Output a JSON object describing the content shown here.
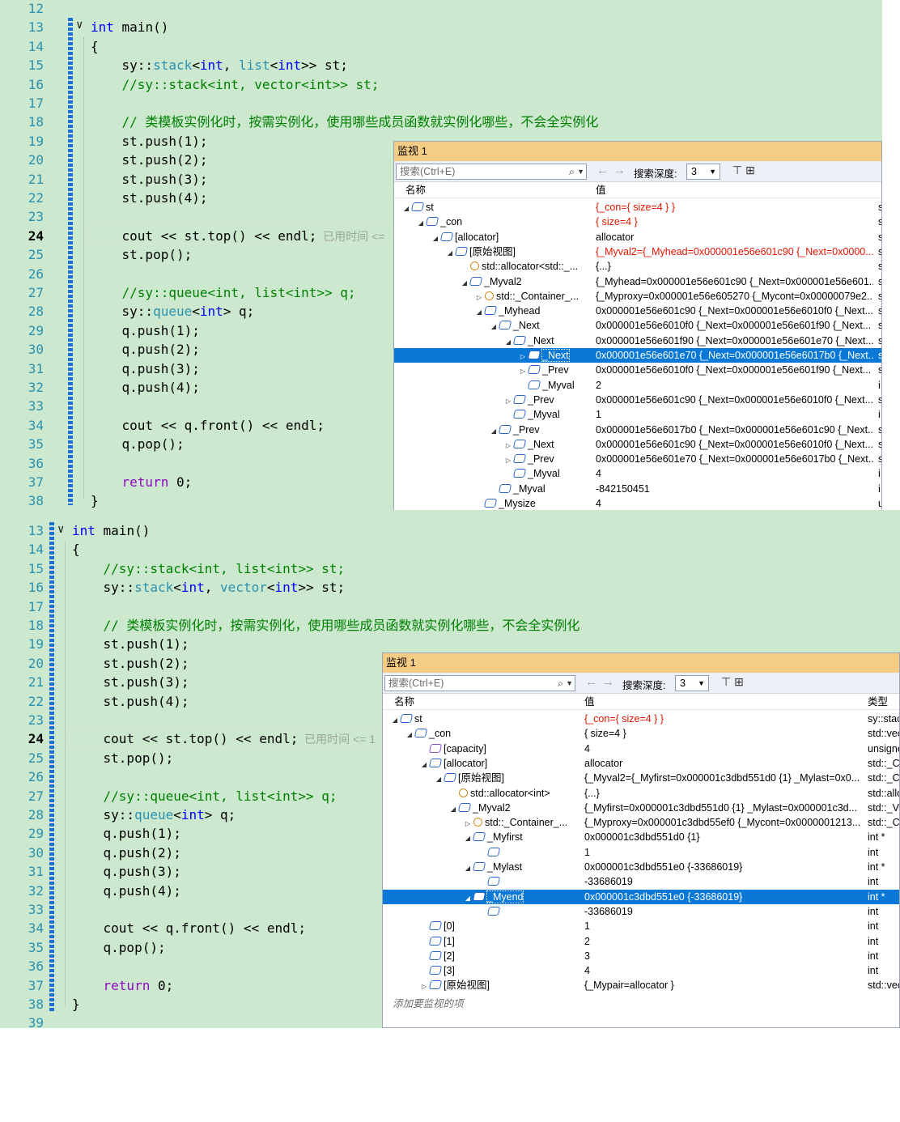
{
  "screenshot1": {
    "line_numbers": [
      "12",
      "13",
      "14",
      "15",
      "16",
      "17",
      "18",
      "19",
      "20",
      "21",
      "22",
      "23",
      "24",
      "25",
      "26",
      "27",
      "28",
      "29",
      "30",
      "31",
      "32",
      "33",
      "34",
      "35",
      "36",
      "37",
      "38"
    ],
    "current_line": "24",
    "code": [
      {
        "line": "13",
        "parts": [
          {
            "c": "kw",
            "t": "int"
          },
          {
            "c": "ns",
            "t": " main()"
          }
        ]
      },
      {
        "line": "14",
        "parts": [
          {
            "c": "ns",
            "t": "{"
          }
        ]
      },
      {
        "line": "15",
        "parts": [
          {
            "c": "ns",
            "t": "    sy::"
          },
          {
            "c": "ty",
            "t": "stack"
          },
          {
            "c": "ns",
            "t": "<"
          },
          {
            "c": "kw",
            "t": "int"
          },
          {
            "c": "ns",
            "t": ", "
          },
          {
            "c": "ty",
            "t": "list"
          },
          {
            "c": "ns",
            "t": "<"
          },
          {
            "c": "kw",
            "t": "int"
          },
          {
            "c": "ns",
            "t": ">> st;"
          }
        ]
      },
      {
        "line": "16",
        "parts": [
          {
            "c": "cm",
            "t": "    //sy::stack<int, vector<int>> st;"
          }
        ]
      },
      {
        "line": "18",
        "parts": [
          {
            "c": "cm",
            "t": "    // 类模板实例化时，按需实例化，使用哪些成员函数就实例化哪些，不会全实例化"
          }
        ]
      },
      {
        "line": "19",
        "parts": [
          {
            "c": "ns",
            "t": "    st.push(1);"
          }
        ]
      },
      {
        "line": "20",
        "parts": [
          {
            "c": "ns",
            "t": "    st.push(2);"
          }
        ]
      },
      {
        "line": "21",
        "parts": [
          {
            "c": "ns",
            "t": "    st.push(3);"
          }
        ]
      },
      {
        "line": "22",
        "parts": [
          {
            "c": "ns",
            "t": "    st.push(4);"
          }
        ]
      },
      {
        "line": "24",
        "parts": [
          {
            "c": "ns",
            "t": "    cout << st.top() << endl;"
          },
          {
            "c": "hint",
            "t": "  已用时间 <="
          }
        ]
      },
      {
        "line": "25",
        "parts": [
          {
            "c": "ns",
            "t": "    st.pop();"
          }
        ]
      },
      {
        "line": "27",
        "parts": [
          {
            "c": "cm",
            "t": "    //sy::queue<int, list<int>> q;"
          }
        ]
      },
      {
        "line": "28",
        "parts": [
          {
            "c": "ns",
            "t": "    sy::"
          },
          {
            "c": "ty",
            "t": "queue"
          },
          {
            "c": "ns",
            "t": "<"
          },
          {
            "c": "kw",
            "t": "int"
          },
          {
            "c": "ns",
            "t": "> q;"
          }
        ]
      },
      {
        "line": "29",
        "parts": [
          {
            "c": "ns",
            "t": "    q.push(1);"
          }
        ]
      },
      {
        "line": "30",
        "parts": [
          {
            "c": "ns",
            "t": "    q.push(2);"
          }
        ]
      },
      {
        "line": "31",
        "parts": [
          {
            "c": "ns",
            "t": "    q.push(3);"
          }
        ]
      },
      {
        "line": "32",
        "parts": [
          {
            "c": "ns",
            "t": "    q.push(4);"
          }
        ]
      },
      {
        "line": "34",
        "parts": [
          {
            "c": "ns",
            "t": "    cout << q.front() << endl;"
          }
        ]
      },
      {
        "line": "35",
        "parts": [
          {
            "c": "ns",
            "t": "    q.pop();"
          }
        ]
      },
      {
        "line": "37",
        "parts": [
          {
            "c": "ctl",
            "t": "    return"
          },
          {
            "c": "ns",
            "t": " 0;"
          }
        ]
      },
      {
        "line": "38",
        "parts": [
          {
            "c": "ns",
            "t": "}"
          }
        ]
      }
    ],
    "watch": {
      "title": "监视 1",
      "search_placeholder": "搜索(Ctrl+E)",
      "depth_label": "搜索深度:",
      "depth_value": "3",
      "col_name": "名称",
      "col_value": "值",
      "col_type": "",
      "rows": [
        {
          "indent": 0,
          "arrow": "◢",
          "icon": "ico",
          "name": "st",
          "value": "{_con={ size=4 } }",
          "red": true,
          "type": "s"
        },
        {
          "indent": 1,
          "arrow": "◢",
          "icon": "ico priv",
          "name": "_con",
          "value": "{ size=4 }",
          "red": true,
          "type": "s"
        },
        {
          "indent": 2,
          "arrow": "◢",
          "icon": "ico",
          "name": "[allocator]",
          "value": "allocator",
          "red": false,
          "type": "s"
        },
        {
          "indent": 3,
          "arrow": "◢",
          "icon": "ico",
          "name": "[原始视图]",
          "value": "{_Myval2={_Myhead=0x000001e56e601c90 {_Next=0x0000...",
          "red": true,
          "type": "s"
        },
        {
          "indent": 4,
          "arrow": "",
          "icon": "ico gear",
          "name": "std::allocator<std::_...",
          "value": "{...}",
          "red": false,
          "type": "s"
        },
        {
          "indent": 4,
          "arrow": "◢",
          "icon": "ico",
          "name": "_Myval2",
          "value": "{_Myhead=0x000001e56e601c90 {_Next=0x000001e56e601...",
          "red": false,
          "type": "s"
        },
        {
          "indent": 5,
          "arrow": "▷",
          "icon": "ico gear",
          "name": "std::_Container_...",
          "value": "{_Myproxy=0x000001e56e605270 {_Mycont=0x00000079e2...",
          "red": false,
          "type": "s"
        },
        {
          "indent": 5,
          "arrow": "◢",
          "icon": "ico",
          "name": "_Myhead",
          "value": "0x000001e56e601c90 {_Next=0x000001e56e6010f0 {_Next...",
          "red": false,
          "type": "s"
        },
        {
          "indent": 6,
          "arrow": "◢",
          "icon": "ico",
          "name": "_Next",
          "value": "0x000001e56e6010f0 {_Next=0x000001e56e601f90 {_Next...",
          "red": false,
          "type": "s"
        },
        {
          "indent": 7,
          "arrow": "◢",
          "icon": "ico",
          "name": "_Next",
          "value": "0x000001e56e601f90 {_Next=0x000001e56e601e70 {_Next...",
          "red": false,
          "type": "s"
        },
        {
          "indent": 8,
          "arrow": "▷",
          "icon": "ico",
          "name": "_Next",
          "value": "0x000001e56e601e70 {_Next=0x000001e56e6017b0 {_Next...",
          "red": false,
          "type": "s",
          "selected": true
        },
        {
          "indent": 8,
          "arrow": "▷",
          "icon": "ico",
          "name": "_Prev",
          "value": "0x000001e56e6010f0 {_Next=0x000001e56e601f90 {_Next...",
          "red": false,
          "type": "s"
        },
        {
          "indent": 8,
          "arrow": "",
          "icon": "ico",
          "name": "_Myval",
          "value": "2",
          "red": false,
          "type": "i"
        },
        {
          "indent": 7,
          "arrow": "▷",
          "icon": "ico",
          "name": "_Prev",
          "value": "0x000001e56e601c90 {_Next=0x000001e56e6010f0 {_Next...",
          "red": false,
          "type": "s"
        },
        {
          "indent": 7,
          "arrow": "",
          "icon": "ico",
          "name": "_Myval",
          "value": "1",
          "red": false,
          "type": "i"
        },
        {
          "indent": 6,
          "arrow": "◢",
          "icon": "ico",
          "name": "_Prev",
          "value": "0x000001e56e6017b0 {_Next=0x000001e56e601c90 {_Next...",
          "red": false,
          "type": "s"
        },
        {
          "indent": 7,
          "arrow": "▷",
          "icon": "ico",
          "name": "_Next",
          "value": "0x000001e56e601c90 {_Next=0x000001e56e6010f0 {_Next...",
          "red": false,
          "type": "s"
        },
        {
          "indent": 7,
          "arrow": "▷",
          "icon": "ico",
          "name": "_Prev",
          "value": "0x000001e56e601e70 {_Next=0x000001e56e6017b0 {_Next...",
          "red": false,
          "type": "s"
        },
        {
          "indent": 7,
          "arrow": "",
          "icon": "ico",
          "name": "_Myval",
          "value": "4",
          "red": false,
          "type": "i"
        },
        {
          "indent": 6,
          "arrow": "",
          "icon": "ico",
          "name": "_Myval",
          "value": "-842150451",
          "red": false,
          "type": "i"
        },
        {
          "indent": 5,
          "arrow": "",
          "icon": "ico",
          "name": "_Mysize",
          "value": "4",
          "red": false,
          "type": "u"
        }
      ]
    }
  },
  "screenshot2": {
    "line_numbers": [
      "13",
      "14",
      "15",
      "16",
      "17",
      "18",
      "19",
      "20",
      "21",
      "22",
      "23",
      "24",
      "25",
      "26",
      "27",
      "28",
      "29",
      "30",
      "31",
      "32",
      "33",
      "34",
      "35",
      "36",
      "37",
      "38",
      "39"
    ],
    "current_line": "24",
    "code": [
      {
        "line": "13",
        "parts": [
          {
            "c": "kw",
            "t": "int"
          },
          {
            "c": "ns",
            "t": " main()"
          }
        ]
      },
      {
        "line": "14",
        "parts": [
          {
            "c": "ns",
            "t": "{"
          }
        ]
      },
      {
        "line": "15",
        "parts": [
          {
            "c": "cm",
            "t": "    //sy::stack<int, list<int>> st;"
          }
        ]
      },
      {
        "line": "16",
        "parts": [
          {
            "c": "ns",
            "t": "    sy::"
          },
          {
            "c": "ty",
            "t": "stack"
          },
          {
            "c": "ns",
            "t": "<"
          },
          {
            "c": "kw",
            "t": "int"
          },
          {
            "c": "ns",
            "t": ", "
          },
          {
            "c": "ty",
            "t": "vector"
          },
          {
            "c": "ns",
            "t": "<"
          },
          {
            "c": "kw",
            "t": "int"
          },
          {
            "c": "ns",
            "t": ">> st;"
          }
        ]
      },
      {
        "line": "18",
        "parts": [
          {
            "c": "cm",
            "t": "    // 类模板实例化时，按需实例化，使用哪些成员函数就实例化哪些，不会全实例化"
          }
        ]
      },
      {
        "line": "19",
        "parts": [
          {
            "c": "ns",
            "t": "    st.push(1);"
          }
        ]
      },
      {
        "line": "20",
        "parts": [
          {
            "c": "ns",
            "t": "    st.push(2);"
          }
        ]
      },
      {
        "line": "21",
        "parts": [
          {
            "c": "ns",
            "t": "    st.push(3);"
          }
        ]
      },
      {
        "line": "22",
        "parts": [
          {
            "c": "ns",
            "t": "    st.push(4);"
          }
        ]
      },
      {
        "line": "24",
        "parts": [
          {
            "c": "ns",
            "t": "    cout << st.top() << endl;"
          },
          {
            "c": "hint",
            "t": "  已用时间 <= 1"
          }
        ]
      },
      {
        "line": "25",
        "parts": [
          {
            "c": "ns",
            "t": "    st.pop();"
          }
        ]
      },
      {
        "line": "27",
        "parts": [
          {
            "c": "cm",
            "t": "    //sy::queue<int, list<int>> q;"
          }
        ]
      },
      {
        "line": "28",
        "parts": [
          {
            "c": "ns",
            "t": "    sy::"
          },
          {
            "c": "ty",
            "t": "queue"
          },
          {
            "c": "ns",
            "t": "<"
          },
          {
            "c": "kw",
            "t": "int"
          },
          {
            "c": "ns",
            "t": "> q;"
          }
        ]
      },
      {
        "line": "29",
        "parts": [
          {
            "c": "ns",
            "t": "    q.push(1);"
          }
        ]
      },
      {
        "line": "30",
        "parts": [
          {
            "c": "ns",
            "t": "    q.push(2);"
          }
        ]
      },
      {
        "line": "31",
        "parts": [
          {
            "c": "ns",
            "t": "    q.push(3);"
          }
        ]
      },
      {
        "line": "32",
        "parts": [
          {
            "c": "ns",
            "t": "    q.push(4);"
          }
        ]
      },
      {
        "line": "34",
        "parts": [
          {
            "c": "ns",
            "t": "    cout << q.front() << endl;"
          }
        ]
      },
      {
        "line": "35",
        "parts": [
          {
            "c": "ns",
            "t": "    q.pop();"
          }
        ]
      },
      {
        "line": "37",
        "parts": [
          {
            "c": "ctl",
            "t": "    return"
          },
          {
            "c": "ns",
            "t": " 0;"
          }
        ]
      },
      {
        "line": "38",
        "parts": [
          {
            "c": "ns",
            "t": "}"
          }
        ]
      }
    ],
    "watch": {
      "title": "监视 1",
      "search_placeholder": "搜索(Ctrl+E)",
      "depth_label": "搜索深度:",
      "depth_value": "3",
      "col_name": "名称",
      "col_value": "值",
      "col_type": "类型",
      "add_hint": "添加要监视的项",
      "rows": [
        {
          "indent": 0,
          "arrow": "◢",
          "icon": "ico",
          "name": "st",
          "value": "{_con={ size=4 } }",
          "red": true,
          "type": "sy::stac"
        },
        {
          "indent": 1,
          "arrow": "◢",
          "icon": "ico priv",
          "name": "_con",
          "value": "{ size=4 }",
          "red": false,
          "type": "std::vec"
        },
        {
          "indent": 2,
          "arrow": "",
          "icon": "ico purple",
          "name": "[capacity]",
          "value": "4",
          "red": false,
          "type": "unsigne"
        },
        {
          "indent": 2,
          "arrow": "◢",
          "icon": "ico",
          "name": "[allocator]",
          "value": "allocator",
          "red": false,
          "type": "std::_Co"
        },
        {
          "indent": 3,
          "arrow": "◢",
          "icon": "ico",
          "name": "[原始视图]",
          "value": "{_Myval2={_Myfirst=0x000001c3dbd551d0 {1} _Mylast=0x0...",
          "red": false,
          "type": "std::_Co"
        },
        {
          "indent": 4,
          "arrow": "",
          "icon": "ico gear",
          "name": "std::allocator<int>",
          "value": "{...}",
          "red": false,
          "type": "std::allo"
        },
        {
          "indent": 4,
          "arrow": "◢",
          "icon": "ico",
          "name": "_Myval2",
          "value": "{_Myfirst=0x000001c3dbd551d0 {1} _Mylast=0x000001c3d...",
          "red": false,
          "type": "std::_Ve"
        },
        {
          "indent": 5,
          "arrow": "▷",
          "icon": "ico gear",
          "name": "std::_Container_...",
          "value": "{_Myproxy=0x000001c3dbd55ef0 {_Mycont=0x0000001213...",
          "red": false,
          "type": "std::_Co"
        },
        {
          "indent": 5,
          "arrow": "◢",
          "icon": "ico",
          "name": "_Myfirst",
          "value": "0x000001c3dbd551d0 {1}",
          "red": false,
          "type": "int *"
        },
        {
          "indent": 6,
          "arrow": "",
          "icon": "ico",
          "name": "",
          "value": "1",
          "red": false,
          "type": "int"
        },
        {
          "indent": 5,
          "arrow": "◢",
          "icon": "ico",
          "name": "_Mylast",
          "value": "0x000001c3dbd551e0 {-33686019}",
          "red": false,
          "type": "int *"
        },
        {
          "indent": 6,
          "arrow": "",
          "icon": "ico",
          "name": "",
          "value": "-33686019",
          "red": false,
          "type": "int"
        },
        {
          "indent": 5,
          "arrow": "◢",
          "icon": "ico",
          "name": "_Myend",
          "value": "0x000001c3dbd551e0 {-33686019}",
          "red": false,
          "type": "int *",
          "selected": true
        },
        {
          "indent": 6,
          "arrow": "",
          "icon": "ico",
          "name": "",
          "value": "-33686019",
          "red": false,
          "type": "int"
        },
        {
          "indent": 2,
          "arrow": "",
          "icon": "ico",
          "name": "[0]",
          "value": "1",
          "red": false,
          "type": "int"
        },
        {
          "indent": 2,
          "arrow": "",
          "icon": "ico",
          "name": "[1]",
          "value": "2",
          "red": false,
          "type": "int"
        },
        {
          "indent": 2,
          "arrow": "",
          "icon": "ico",
          "name": "[2]",
          "value": "3",
          "red": false,
          "type": "int"
        },
        {
          "indent": 2,
          "arrow": "",
          "icon": "ico",
          "name": "[3]",
          "value": "4",
          "red": false,
          "type": "int"
        },
        {
          "indent": 2,
          "arrow": "▷",
          "icon": "ico",
          "name": "[原始视图]",
          "value": "{_Mypair=allocator }",
          "red": false,
          "type": "std::vec"
        }
      ]
    }
  }
}
